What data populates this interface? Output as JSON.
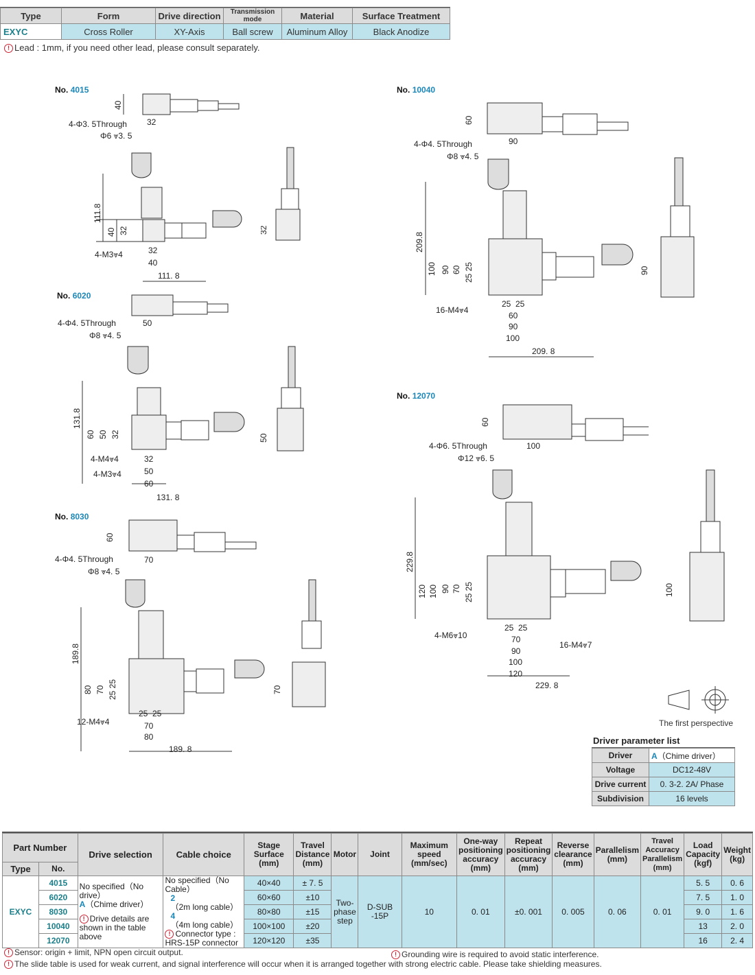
{
  "spec_table": {
    "headers": [
      "Type",
      "Form",
      "Drive direction",
      "Transmission mode",
      "Material",
      "Surface Treatment"
    ],
    "row": [
      "EXYC",
      "Cross  Roller",
      "XY-Axis",
      "Ball screw",
      "Aluminum Alloy",
      "Black Anodize"
    ]
  },
  "lead_note": "Lead :   1mm,  if you need other lead,  please consult separately.",
  "models": {
    "m4015": {
      "prefix": "No.",
      "num": "4015",
      "dims": {
        "h_side": "40",
        "hole": "4-Φ3. 5Through",
        "cbore": "Φ6 ⩔3. 5",
        "w_side": "32",
        "h_total": "111.8",
        "h_a": "40",
        "h_b": "32",
        "tap": "4-M3⩔4",
        "w_a": "32",
        "w_b": "40",
        "w_total": "111. 8",
        "end_h": "32"
      }
    },
    "m6020": {
      "prefix": "No.",
      "num": "6020",
      "dims": {
        "hole": "4-Φ4. 5Through",
        "cbore": "Φ8 ⩔4. 5",
        "w_side": "50",
        "h_total": "131.8",
        "h_a": "60",
        "h_b": "50",
        "h_c": "32",
        "tap1": "4-M4⩔4",
        "tap2": "4-M3⩔4",
        "w_a": "32",
        "w_b": "50",
        "w_c": "60",
        "w_total": "131. 8",
        "end_h": "50"
      }
    },
    "m8030": {
      "prefix": "No.",
      "num": "8030",
      "dims": {
        "h_side": "60",
        "hole": "4-Φ4. 5Through",
        "cbore": "Φ8 ⩔4. 5",
        "w_side": "70",
        "h_total": "189.8",
        "h_a": "80",
        "h_b": "70",
        "h_c": "25 25",
        "tap": "12-M4⩔4",
        "w_a": "25",
        "w_a2": "25",
        "w_b": "70",
        "w_c": "80",
        "w_total": "189. 8",
        "end_h": "70"
      }
    },
    "m10040": {
      "prefix": "No.",
      "num": "10040",
      "dims": {
        "h_side": "60",
        "hole": "4-Φ4. 5Through",
        "cbore": "Φ8 ⩔4. 5",
        "w_side": "90",
        "h_total": "209.8",
        "h_a": "100",
        "h_b": "90",
        "h_c": "60",
        "h_d": "25 25",
        "tap": "16-M4⩔4",
        "w_a": "25",
        "w_a2": "25",
        "w_b": "60",
        "w_c": "90",
        "w_d": "100",
        "w_total": "209. 8",
        "end_h": "90"
      }
    },
    "m12070": {
      "prefix": "No.",
      "num": "12070",
      "dims": {
        "h_side": "60",
        "hole": "4-Φ6. 5Through",
        "cbore": "Φ12 ⩔6. 5",
        "w_side": "100",
        "h_total": "229.8",
        "h_a": "120",
        "h_b": "100",
        "h_c": "90",
        "h_d": "70",
        "h_e": "25 25",
        "tap1": "4-M6⩔10",
        "tap2": "16-M4⩔7",
        "w_a": "25",
        "w_a2": "25",
        "w_b": "70",
        "w_c": "90",
        "w_d": "100",
        "w_e": "120",
        "w_total": "229. 8",
        "end_h": "100"
      }
    }
  },
  "perspective_label": "The first perspective",
  "driver": {
    "title": "Driver parameter list",
    "rows": [
      {
        "k": "Driver",
        "a": "A",
        "v": "（Chime driver）"
      },
      {
        "k": "Voltage",
        "v": "DC12-48V"
      },
      {
        "k": "Drive current",
        "v": "0. 3-2. 2A/ Phase"
      },
      {
        "k": "Subdivision",
        "v": "16  levels"
      }
    ]
  },
  "main_table": {
    "h_part": "Part Number",
    "h_type": "Type",
    "h_no": "No.",
    "h_drive": "Drive selection",
    "h_cable": "Cable choice",
    "h_stage": "Stage Surface (mm)",
    "h_travel": "Travel Distance (mm)",
    "h_motor": "Motor",
    "h_joint": "Joint",
    "h_speed": "Maximum speed (mm/sec)",
    "h_oneway": "One-way positioning accuracy (mm)",
    "h_repeat": "Repeat positioning accuracy (mm)",
    "h_reverse": "Reverse clearance (mm)",
    "h_parallel": "Parallelism (mm)",
    "h_tap": "Travel Accuracy Parallelism (mm)",
    "h_load": "Load Capacity (kgf)",
    "h_weight": "Weight (kg)",
    "type": "EXYC",
    "drive_1": "No specified（No drive）",
    "drive_2a": "A",
    "drive_2b": "（Chime driver）",
    "drive_3": "Drive details are shown in the table above",
    "cable_1": "No specified（No Cable）",
    "cable_2a": "2",
    "cable_2b": "（2m long cable）",
    "cable_3a": "4",
    "cable_3b": "（4m long cable）",
    "cable_4": "Connector type : HRS-15P connector",
    "motor": "Two-phase step",
    "joint": "D-SUB -15P",
    "speed": "10",
    "oneway": "0. 01",
    "repeat": "±0. 001",
    "reverse": "0. 005",
    "parallel": "0. 06",
    "tap": "0. 01",
    "rows": [
      {
        "no": "4015",
        "stage": "40×40",
        "travel": "± 7. 5",
        "load": "5. 5",
        "weight": "0. 6"
      },
      {
        "no": "6020",
        "stage": "60×60",
        "travel": "±10",
        "load": "7. 5",
        "weight": "1. 0"
      },
      {
        "no": "8030",
        "stage": "80×80",
        "travel": "±15",
        "load": "9. 0",
        "weight": "1. 6"
      },
      {
        "no": "10040",
        "stage": "100×100",
        "travel": "±20",
        "load": "13",
        "weight": "2. 0"
      },
      {
        "no": "12070",
        "stage": "120×120",
        "travel": "±35",
        "load": "16",
        "weight": "2. 4"
      }
    ]
  },
  "notes": {
    "sensor": "Sensor: origin + limit,  NPN open circuit output.",
    "ground": "Grounding wire is required to avoid static interference.",
    "slide": "The slide table is used for weak current,  and signal interference will occur when it is arranged together with strong electric cable.  Please take shielding measures."
  }
}
